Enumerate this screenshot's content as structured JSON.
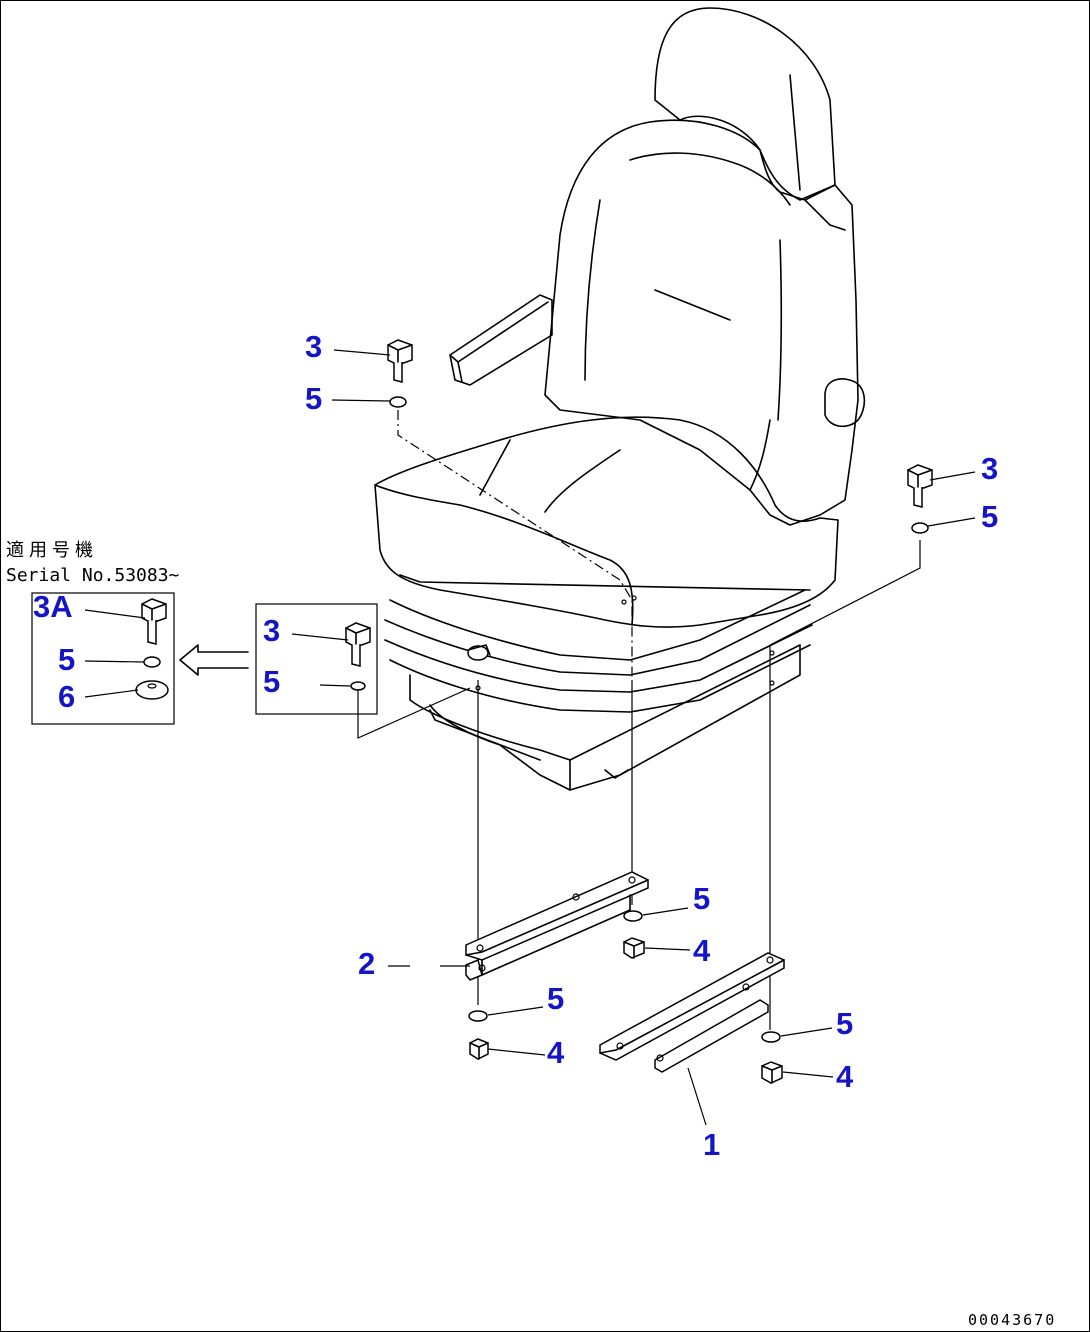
{
  "figure": {
    "applicability_note": {
      "line1": "適用号機",
      "line2": "Serial No.53083~"
    },
    "drawing_number": "00043670",
    "callouts": {
      "seat_bolt_left": "3",
      "seat_washer_left": "5",
      "seat_bolt_right": "3",
      "seat_washer_right": "5",
      "inset_bolt": "3",
      "inset_washer": "5",
      "serial_bolt": "3A",
      "serial_washer": "5",
      "serial_plate": "6",
      "bracket_left": "2",
      "upper_washer": "5",
      "upper_nut": "4",
      "lower_washer_left": "5",
      "lower_nut_left": "4",
      "lower_washer_right": "5",
      "lower_nut_right": "4",
      "bracket_right": "1"
    }
  }
}
